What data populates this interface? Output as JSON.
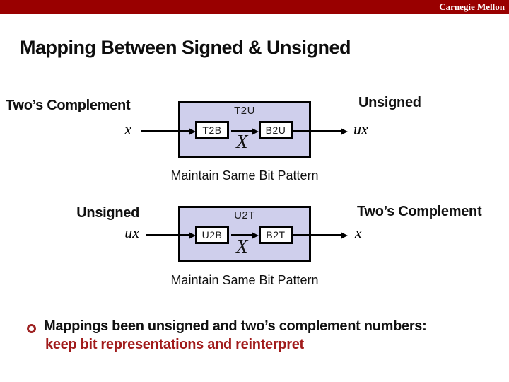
{
  "slide": {
    "brand": "Carnegie Mellon",
    "title": "Mapping Between Signed & Unsigned",
    "colors": {
      "banner_red": "#990000",
      "accent_text_red": "#a11b1b",
      "bullet_ring_red": "#9e2424",
      "diagram_box_fill": "#cfcfec",
      "diagram_box_border": "#000000"
    }
  },
  "diagrams": [
    {
      "input_domain": "Two’s Complement",
      "input_var": "x",
      "outer_label": "T2U",
      "box1": "T2B",
      "box2": "B2U",
      "intermediate": "X",
      "output_var": "ux",
      "output_domain": "Unsigned",
      "caption": "Maintain Same Bit Pattern"
    },
    {
      "input_domain": "Unsigned",
      "input_var": "ux",
      "outer_label": "U2T",
      "box1": "U2B",
      "box2": "B2T",
      "intermediate": "X",
      "output_var": "x",
      "output_domain": "Two’s Complement",
      "caption": "Maintain Same Bit Pattern"
    }
  ],
  "bullet": {
    "line1": "Mappings been unsigned and two’s complement numbers:",
    "line2": "keep bit representations and reinterpret"
  }
}
